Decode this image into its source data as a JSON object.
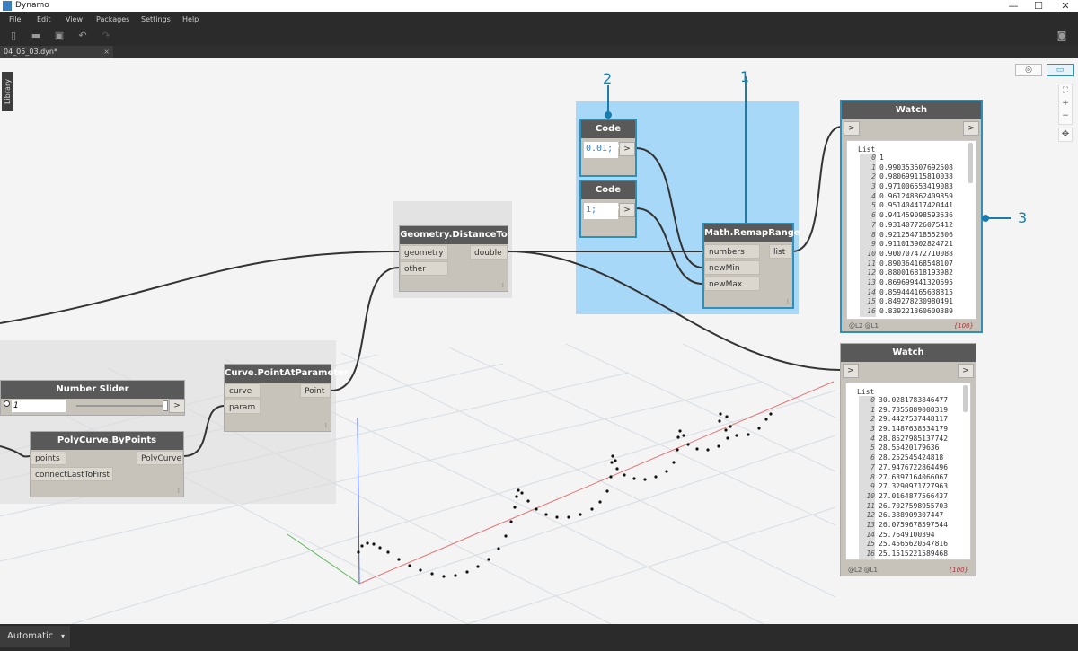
{
  "window": {
    "title": "Dynamo",
    "min": "—",
    "max": "☐",
    "close": "✕"
  },
  "menu": [
    "File",
    "Edit",
    "View",
    "Packages",
    "Settings",
    "Help"
  ],
  "tab": {
    "label": "04_05_03.dyn*",
    "close": "×"
  },
  "library_tab": "Library",
  "run_mode": {
    "value": "Automatic",
    "chevron": "▾"
  },
  "nodes": {
    "code_block_1": {
      "title": "Code Block",
      "code": "0.01;",
      "out": ">"
    },
    "code_block_2": {
      "title": "Code Block",
      "code": "1;",
      "out": ">"
    },
    "remap": {
      "title": "Math.RemapRange",
      "inputs": [
        "numbers",
        "newMin",
        "newMax"
      ],
      "output": "list"
    },
    "distance": {
      "title": "Geometry.DistanceTo",
      "inputs": [
        "geometry",
        "other"
      ],
      "output": "double"
    },
    "point_at_param": {
      "title": "Curve.PointAtParameter",
      "inputs": [
        "curve",
        "param"
      ],
      "output": "Point"
    },
    "slider": {
      "title": "Number Slider",
      "value": "1",
      "out": ">"
    },
    "polycurve": {
      "title": "PolyCurve.ByPoints",
      "inputs": [
        "points",
        "connectLastToFirst"
      ],
      "output": "PolyCurve"
    }
  },
  "watch_1": {
    "title": "Watch",
    "in": ">",
    "out": ">",
    "list_label": "List",
    "items": [
      [
        "0",
        "1"
      ],
      [
        "1",
        "0.990353607692508"
      ],
      [
        "2",
        "0.980699115810038"
      ],
      [
        "3",
        "0.971006553419083"
      ],
      [
        "4",
        "0.961248862409859"
      ],
      [
        "5",
        "0.951404417420441"
      ],
      [
        "6",
        "0.941459098593536"
      ],
      [
        "7",
        "0.931407726075412"
      ],
      [
        "8",
        "0.921254718552306"
      ],
      [
        "9",
        "0.911013902824721"
      ],
      [
        "10",
        "0.900707472710088"
      ],
      [
        "11",
        "0.890364168548107"
      ],
      [
        "12",
        "0.880016818193982"
      ],
      [
        "13",
        "0.869699441320595"
      ],
      [
        "14",
        "0.859444165638815"
      ],
      [
        "15",
        "0.849278230980491"
      ],
      [
        "16",
        "0.839221360600389"
      ]
    ],
    "levels": "@L2 @L1",
    "count": "{100}"
  },
  "watch_2": {
    "title": "Watch",
    "in": ">",
    "out": ">",
    "list_label": "List",
    "items": [
      [
        "0",
        "30.0281783846477"
      ],
      [
        "1",
        "29.7355889008319"
      ],
      [
        "2",
        "29.4427537448117"
      ],
      [
        "3",
        "29.1487638534179"
      ],
      [
        "4",
        "28.8527985137742"
      ],
      [
        "5",
        "28.55420179636"
      ],
      [
        "6",
        "28.252545424818"
      ],
      [
        "7",
        "27.9476722864496"
      ],
      [
        "8",
        "27.6397164066067"
      ],
      [
        "9",
        "27.3290971727963"
      ],
      [
        "10",
        "27.0164877566437"
      ],
      [
        "11",
        "26.7027598955703"
      ],
      [
        "12",
        "26.388909307447"
      ],
      [
        "13",
        "26.0759678597544"
      ],
      [
        "14",
        "25.7649100394"
      ],
      [
        "15",
        "25.4565620547816"
      ],
      [
        "16",
        "25.1515221589468"
      ]
    ],
    "levels": "@L2 @L1",
    "count": "{100}"
  },
  "callouts": [
    "1",
    "2",
    "3"
  ],
  "colors": {
    "accent": "#2f8fb8",
    "selection_group": "#a8d8f8",
    "node_header": "#595959",
    "callout": "#1a7cad"
  }
}
